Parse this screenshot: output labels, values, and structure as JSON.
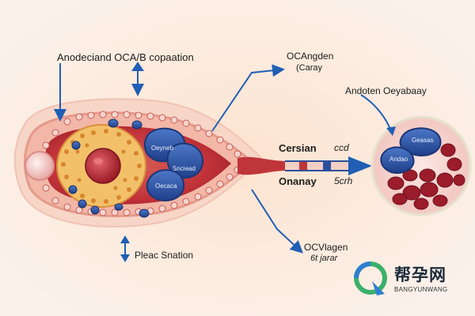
{
  "colors": {
    "background": "#fbece2",
    "arrow_blue": "#1f5fb4",
    "cell_blue": "#2b4f9e",
    "tissue_red": "#c0353a",
    "yolk_orange": "#e8a23a",
    "logo_green": "#3bb06a",
    "logo_blue": "#2e7fd0"
  },
  "labels": {
    "top_left": "Anodeciand OCA/B copaation",
    "top_middle_line1": "OCAngden",
    "top_middle_line2": "(Caray",
    "right_title": "Andoten Oeyabaay",
    "center_left_top": "Cersian",
    "center_left_bottom": "Onanay",
    "center_right_top": "ccd",
    "center_right_bottom": "5crh",
    "bottom_left": "Pleac Snation",
    "bottom_middle_line1": "OCVlagen",
    "bottom_middle_line2": "6t jarar",
    "inner_cell_1": "Oeyneb",
    "inner_cell_2": "Snciead",
    "inner_cell_3": "Oecaca",
    "right_cell_1": "Geasas",
    "right_cell_2": "Andao"
  },
  "logo": {
    "chinese": "帮孕网",
    "english": "BANGYUNWANG"
  },
  "icons": {
    "logo_mark": "q-logo-icon"
  }
}
